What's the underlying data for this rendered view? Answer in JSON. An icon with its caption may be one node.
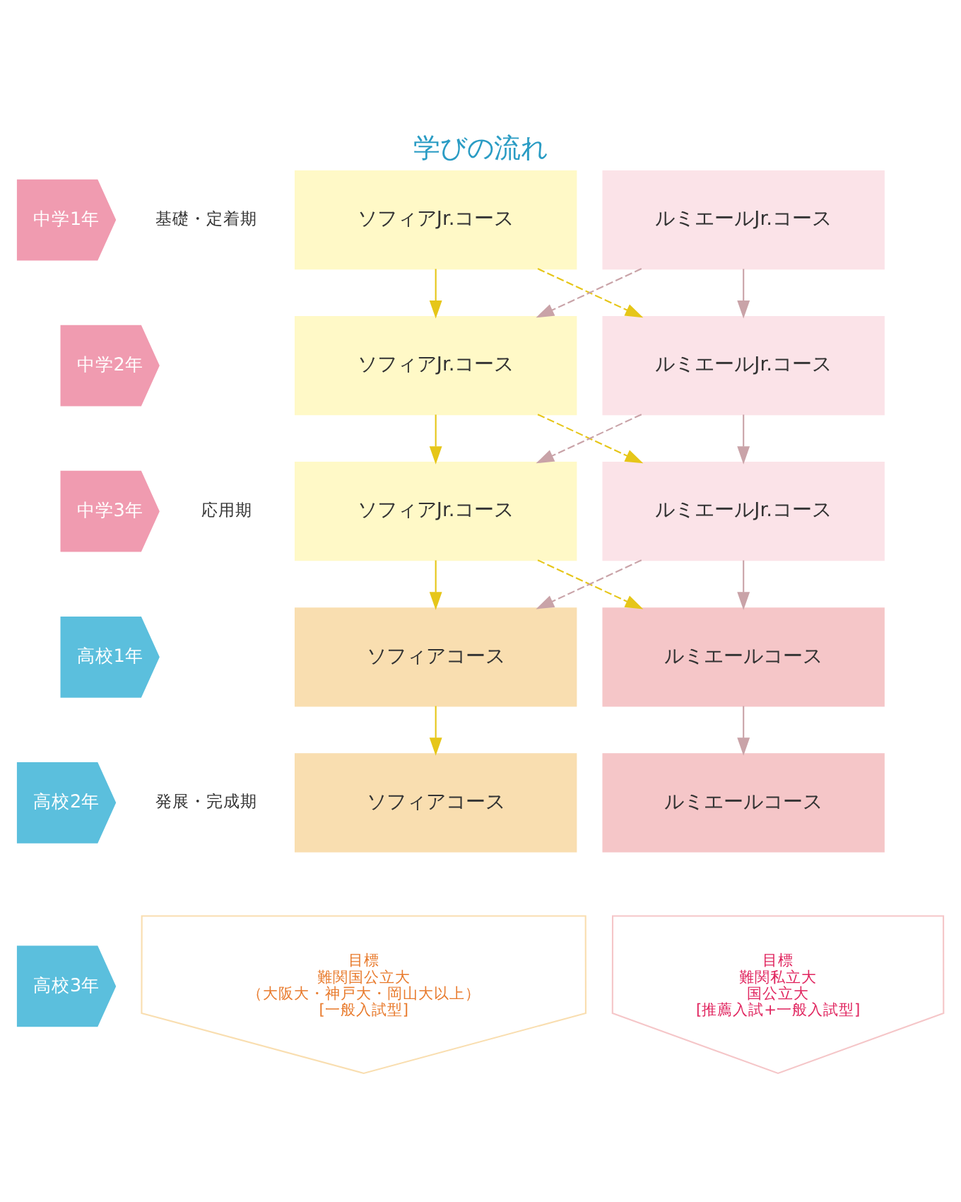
{
  "diagram": {
    "title": "学びの流れ",
    "nodes": [
      {
        "text": [
          "中学1年"
        ]
      },
      {
        "text": [
          "中学2年"
        ]
      },
      {
        "text": [
          "中学3年"
        ]
      },
      {
        "text": [
          "高校1年"
        ]
      },
      {
        "text": [
          "高校2年"
        ]
      },
      {
        "text": [
          "高校3年"
        ]
      },
      {
        "text": [
          "ソフィアJr.コース"
        ]
      },
      {
        "text": [
          "ルミエールJr.コース"
        ]
      },
      {
        "text": [
          "ソフィアJr.コース"
        ]
      },
      {
        "text": [
          "ルミエールJr.コース"
        ]
      },
      {
        "text": [
          "ソフィアJr.コース"
        ]
      },
      {
        "text": [
          "ルミエールJr.コース"
        ]
      },
      {
        "text": [
          "ソフィアコース"
        ]
      },
      {
        "text": [
          "ルミエールコース"
        ]
      },
      {
        "text": [
          "ソフィアコース"
        ]
      },
      {
        "text": [
          "ルミエールコース"
        ]
      },
      {
        "text": [
          "目標",
          "難関国公立大",
          "（大阪大・神戸大・岡山大以上）",
          "[一般入試型]"
        ]
      },
      {
        "text": [
          "目標",
          "難関私立大",
          "国公立大",
          "[推薦入試+一般入試型]"
        ]
      }
    ],
    "edges": [
      {
        "from": 6,
        "to": 8,
        "arrow": "to",
        "color": "#e6c619"
      },
      {
        "from": 6,
        "to": 9,
        "arrow": "to",
        "style": "dashed",
        "color": "#e6c619"
      },
      {
        "from": 7,
        "to": 8,
        "arrow": "to",
        "style": "dashed",
        "color": "#c9a3a8"
      },
      {
        "from": 7,
        "to": 9,
        "arrow": "to",
        "color": "#c9a3a8"
      },
      {
        "from": 8,
        "to": 10,
        "arrow": "to",
        "color": "#e6c619"
      },
      {
        "from": 8,
        "to": 11,
        "arrow": "to",
        "style": "dashed",
        "color": "#e6c619"
      },
      {
        "from": 9,
        "to": 10,
        "arrow": "to",
        "style": "dashed",
        "color": "#c9a3a8"
      },
      {
        "from": 9,
        "to": 11,
        "arrow": "to",
        "color": "#c9a3a8"
      },
      {
        "from": 10,
        "to": 12,
        "arrow": "to",
        "color": "#e6c619"
      },
      {
        "from": 10,
        "to": 13,
        "arrow": "to",
        "style": "dashed",
        "color": "#e6c619"
      },
      {
        "from": 11,
        "to": 12,
        "arrow": "to",
        "style": "dashed",
        "color": "#c9a3a8"
      },
      {
        "from": 11,
        "to": 13,
        "arrow": "to",
        "color": "#c9a3a8"
      },
      {
        "from": 12,
        "to": 14,
        "arrow": "to",
        "color": "#e6c619"
      },
      {
        "from": 13,
        "to": 15,
        "arrow": "to",
        "color": "#c9a3a8"
      }
    ],
    "labels": [
      "基礎・定着期",
      "応用期",
      "発展・完成期"
    ]
  }
}
